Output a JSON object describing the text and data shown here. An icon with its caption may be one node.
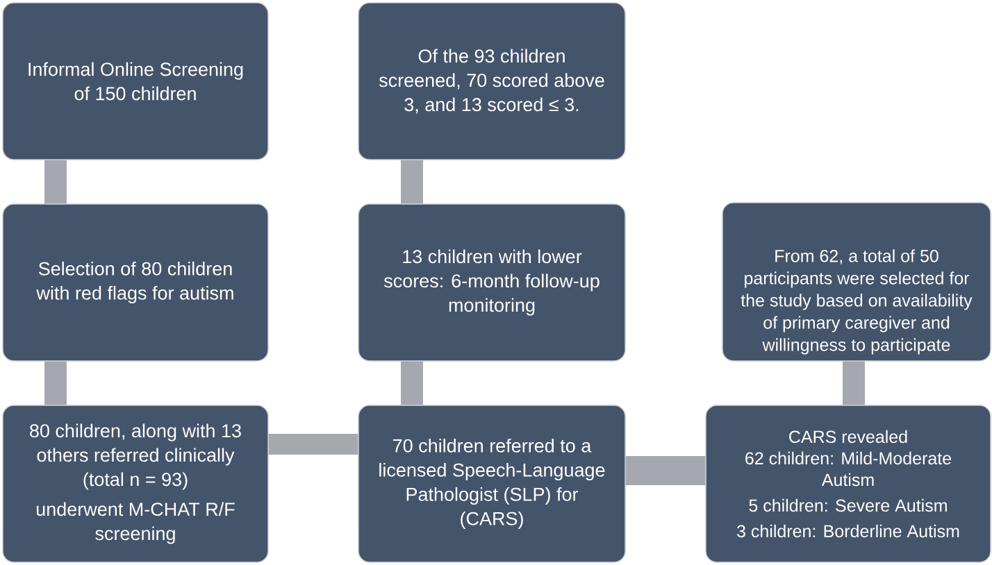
{
  "diagram": {
    "nodes": [
      {
        "text": [
          "Informal Online Screening of 150 children"
        ]
      },
      {
        "text": [
          "Selection of 80 children with red flags for autism"
        ]
      },
      {
        "text": [
          "80 children, along with 13 others referred clinically (total n = 93)",
          "underwent M-CHAT R/F screening"
        ]
      },
      {
        "text": [
          "Of the 93 children screened, 70 scored above 3, and 13 scored ≤ 3."
        ]
      },
      {
        "text": [
          "13 children with lower scores: 6-month follow-up monitoring"
        ]
      },
      {
        "text": [
          "70 children referred to a licensed Speech-Language Pathologist (SLP) for (CARS)"
        ]
      },
      {
        "text": [
          "From 62, a total of 50 participants were selected for the study based on availability of primary caregiver and willingness to participate"
        ]
      },
      {
        "text": [
          "CARS revealed",
          "62 children: Mild-Moderate Autism",
          "5 children: Severe Autism",
          "3 children: Borderline Autism"
        ]
      }
    ],
    "edges": [
      {
        "from": 0,
        "to": 1,
        "arrow": "none"
      },
      {
        "from": 1,
        "to": 2,
        "arrow": "none"
      },
      {
        "from": 2,
        "to": 5,
        "arrow": "none"
      },
      {
        "from": 3,
        "to": 4,
        "arrow": "none"
      },
      {
        "from": 4,
        "to": 5,
        "arrow": "none"
      },
      {
        "from": 5,
        "to": 7,
        "arrow": "none"
      },
      {
        "from": 7,
        "to": 6,
        "arrow": "none"
      }
    ]
  }
}
